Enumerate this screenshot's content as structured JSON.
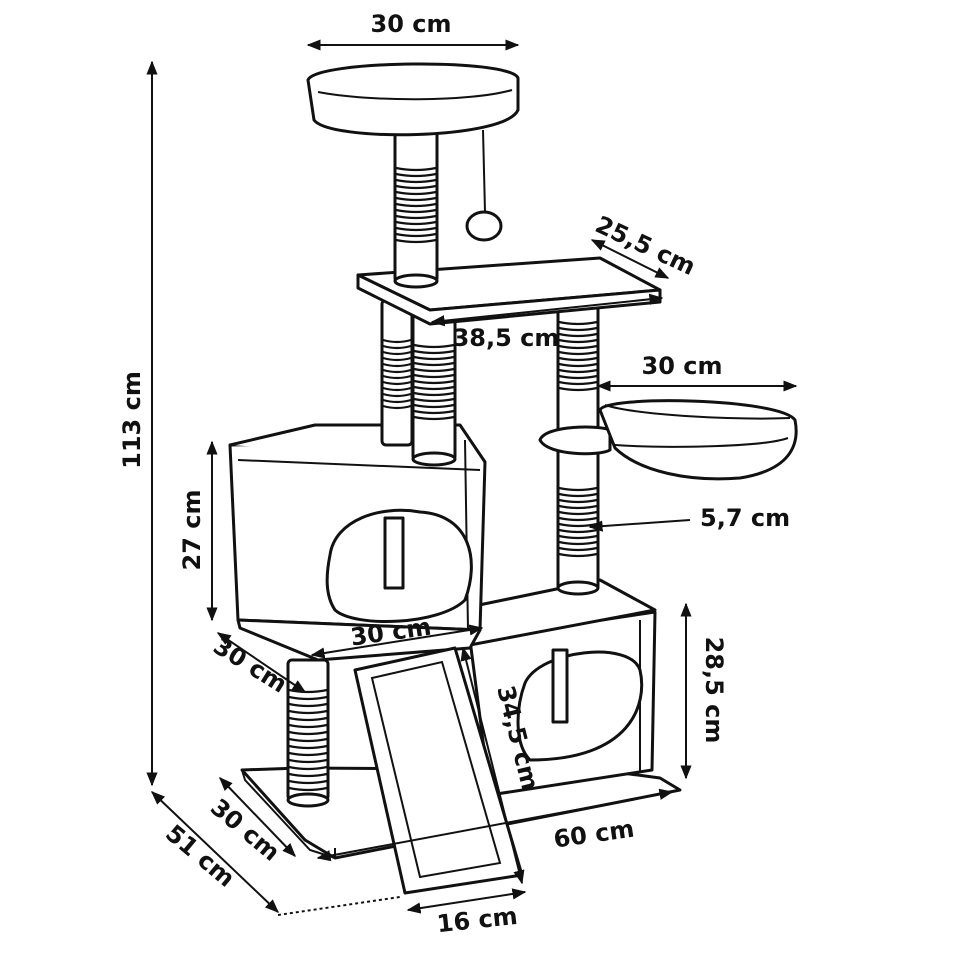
{
  "figure": {
    "description_hidden": false,
    "stroke_color": "#111111",
    "background": "#ffffff"
  },
  "dimensions": {
    "top_platform_width": "30 cm",
    "platform_depth": "25,5 cm",
    "platform_width": "38,5 cm",
    "hammock_width": "30 cm",
    "post_diameter": "5,7 cm",
    "total_height": "113 cm",
    "cube_height": "27 cm",
    "cube_width": "30 cm",
    "cube_depth": "30 cm",
    "ramp_length": "34,5 cm",
    "lower_box_height": "28,5 cm",
    "base_width": "60 cm",
    "base_depth_inner": "30 cm",
    "base_depth_total": "51 cm",
    "ramp_width": "16 cm"
  }
}
